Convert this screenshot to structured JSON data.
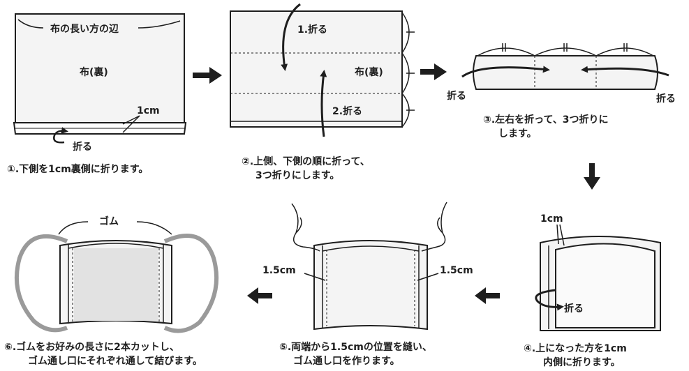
{
  "steps": [
    {
      "caption": [
        "①.下側を1cm裏側に折ります。"
      ],
      "labels": {
        "long_side": "布の長い方の辺",
        "cloth": "布(裏)",
        "hem": "1cm",
        "fold": "折る"
      }
    },
    {
      "caption": [
        "②.上側、下側の順に折って、",
        "3つ折りにします。"
      ],
      "labels": {
        "fold1": "1.折る",
        "cloth": "布(裏)",
        "fold2": "2.折る"
      }
    },
    {
      "caption": [
        "③.左右を折って、3つ折りに",
        "します。"
      ],
      "labels": {
        "fold_left": "折る",
        "fold_right": "折る"
      }
    },
    {
      "caption": [
        "④.上になった方を1cm",
        "内側に折ります。"
      ],
      "labels": {
        "hem": "1cm",
        "fold": "折る"
      }
    },
    {
      "caption": [
        "⑤.両端から1.5cmの位置を縫い、",
        "ゴム通し口を作ります。"
      ],
      "labels": {
        "left": "1.5cm",
        "right": "1.5cm"
      }
    },
    {
      "caption": [
        "⑥.ゴムをお好みの長さに2本カットし、",
        "ゴム通し口にそれぞれ通して結びます。"
      ],
      "labels": {
        "elastic": "ゴム"
      }
    }
  ],
  "colors": {
    "ink": "#1e1e1e",
    "panel": "#f2f2f2",
    "mask_fill": "#e2e2e2",
    "elastic": "#9a9a9a"
  }
}
